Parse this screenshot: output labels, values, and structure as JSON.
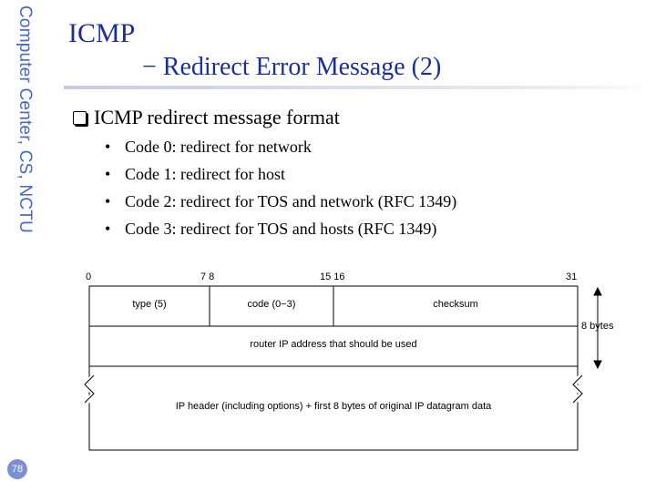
{
  "sidebar": {
    "vertical_text": "Computer Center, CS, NCTU",
    "page_number": "78"
  },
  "title": {
    "line1": "ICMP",
    "line2": "− Redirect Error Message (2)"
  },
  "main_bullet": "ICMP redirect message format",
  "sub_bullets": [
    "Code 0: redirect for network",
    "Code 1: redirect for host",
    "Code 2: redirect for TOS and network (RFC 1349)",
    "Code 3: redirect for TOS and hosts (RFC 1349)"
  ],
  "diagram": {
    "bits": {
      "b0": "0",
      "b78": "7 8",
      "b1516": "15 16",
      "b31": "31"
    },
    "fields": {
      "type": "type (5)",
      "code": "code (0−3)",
      "checksum": "checksum",
      "router": "router IP address that should be used",
      "ipheader": "IP header (including options) + first 8 bytes of original IP datagram data"
    },
    "size_label": "8 bytes"
  }
}
